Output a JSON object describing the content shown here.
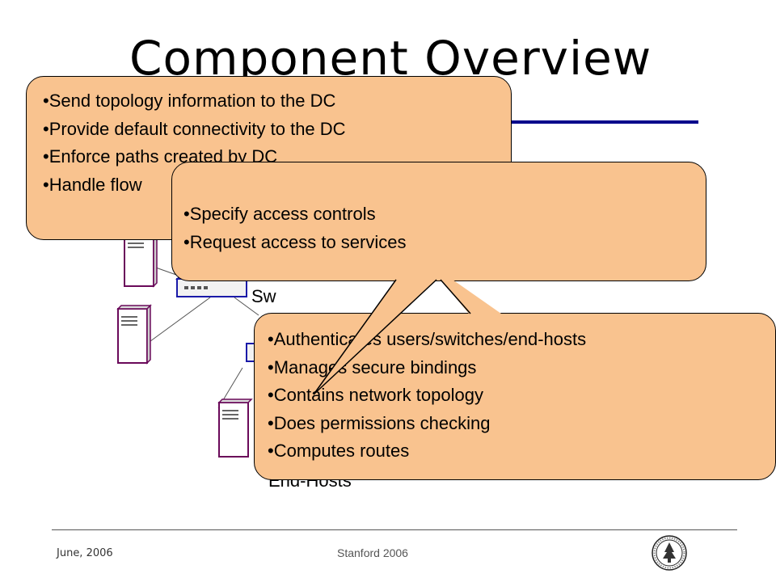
{
  "slide": {
    "title": "Component Overview"
  },
  "bubbles": {
    "switch_tasks": [
      "Send topology information to the DC",
      "Provide default connectivity to the DC",
      "Enforce paths created by DC",
      "Handle flow"
    ],
    "user_tasks": [
      "Specify access controls",
      "Request access to services"
    ],
    "controller_tasks": [
      "Authenticates users/switches/end-hosts",
      "Manages secure bindings",
      "Contains network topology",
      "Does permissions checking",
      "Computes routes"
    ]
  },
  "labels": {
    "switches_partial": "Sw",
    "end_hosts": "End-Hosts"
  },
  "footer": {
    "date": "June, 2006",
    "org": "Stanford 2006"
  },
  "colors": {
    "bubble_fill": "#f9c38f",
    "title_rule": "#00008b",
    "server_outline": "#6a0a5a",
    "switch_outline": "#1a1aa8"
  },
  "icons": {
    "server": "server-tower-icon",
    "switch": "network-switch-icon",
    "seal": "stanford-seal-icon"
  }
}
